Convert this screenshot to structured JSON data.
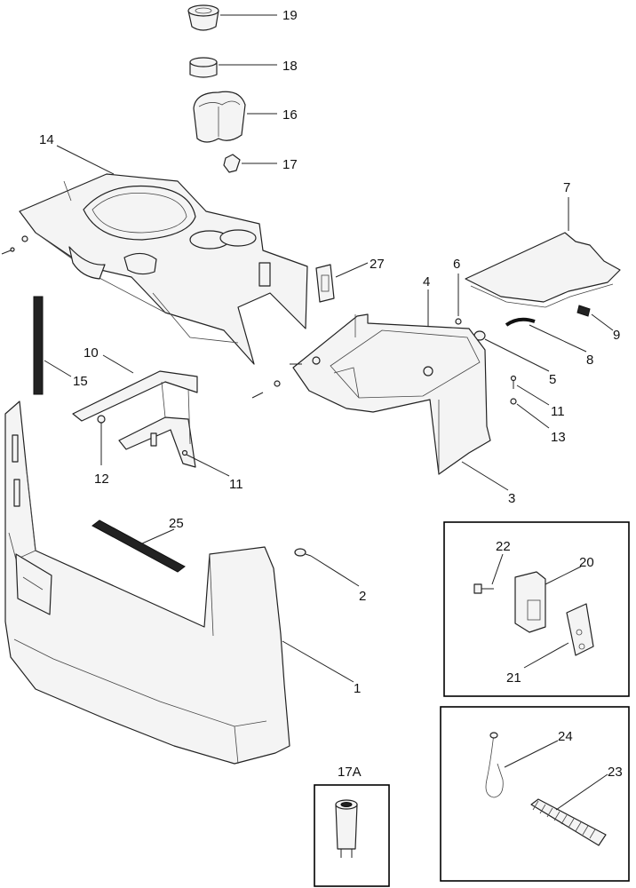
{
  "diagram": {
    "callouts": {
      "c1": "1",
      "c2": "2",
      "c3": "3",
      "c4": "4",
      "c5": "5",
      "c6": "6",
      "c7": "7",
      "c8": "8",
      "c9": "9",
      "c10": "10",
      "c11a": "11",
      "c11b": "11",
      "c12": "12",
      "c13": "13",
      "c14": "14",
      "c15": "15",
      "c16": "16",
      "c17": "17",
      "c18": "18",
      "c19": "19",
      "c20": "20",
      "c21": "21",
      "c22": "22",
      "c23": "23",
      "c24": "24",
      "c25": "25",
      "c27": "27"
    },
    "inset_label_17a": "17A"
  }
}
